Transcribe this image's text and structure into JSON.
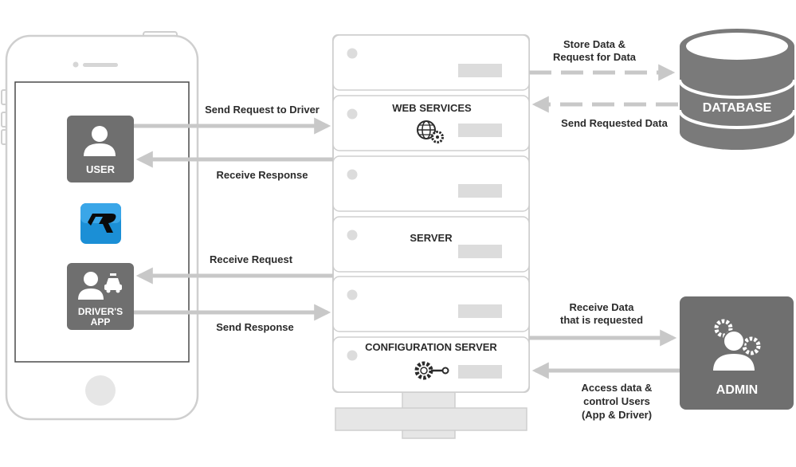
{
  "colors": {
    "outline": "#cfcfcf",
    "slot": "#dcdcdc",
    "arrow": "#c8c8c8",
    "box_dark": "#6f6f6f",
    "db": "#7a7a7a",
    "text": "#2b2b2b",
    "logo_blue": "#1b8fd6"
  },
  "phone": {
    "user_label": "USER",
    "driver_label_line1": "DRIVER'S",
    "driver_label_line2": "APP"
  },
  "server": {
    "web_services_label": "WEB SERVICES",
    "server_label": "SERVER",
    "config_label": "CONFIGURATION SERVER"
  },
  "database": {
    "label": "DATABASE"
  },
  "admin": {
    "label": "ADMIN"
  },
  "arrows": {
    "send_request_to_driver": "Send Request to Driver",
    "receive_response": "Receive Response",
    "receive_request": "Receive Request",
    "send_response": "Send Response",
    "store_data_line1": "Store Data &",
    "store_data_line2": "Request for Data",
    "send_requested_data": "Send Requested Data",
    "receive_data_line1": "Receive Data",
    "receive_data_line2": "that is requested",
    "access_line1": "Access data &",
    "access_line2": "control Users",
    "access_line3": "(App & Driver)"
  }
}
